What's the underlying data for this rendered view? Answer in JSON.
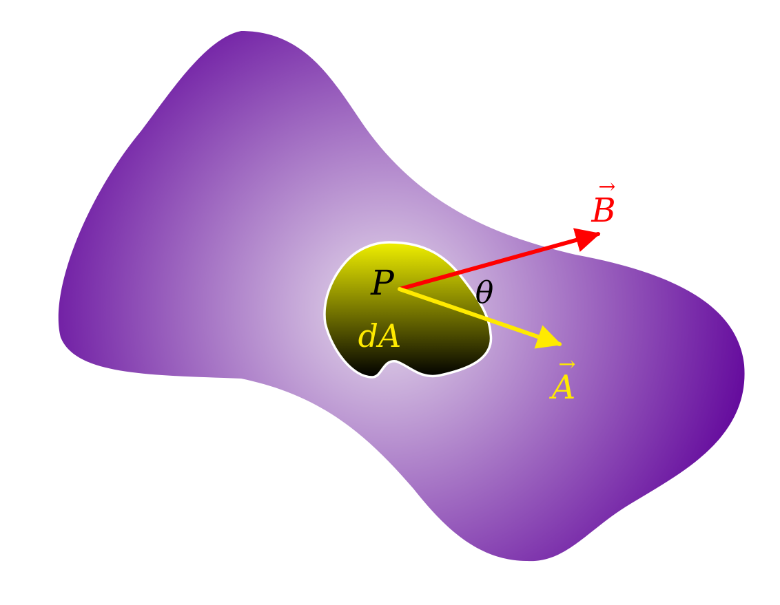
{
  "colors": {
    "surface_edge": "#5e0099",
    "surface_center": "#e6dcec",
    "patch_top": "#f2f200",
    "patch_bottom": "#000000",
    "patch_outline": "#ffffff",
    "vector_b": "#ff0000",
    "vector_a": "#ffea00",
    "point_label": "#000000",
    "angle_label": "#000000",
    "area_label": "#ffea00"
  },
  "labels": {
    "point": "P",
    "area_element": "dA",
    "angle": "θ",
    "vector_b": "B",
    "vector_a": "A",
    "vector_arrow": "→"
  }
}
